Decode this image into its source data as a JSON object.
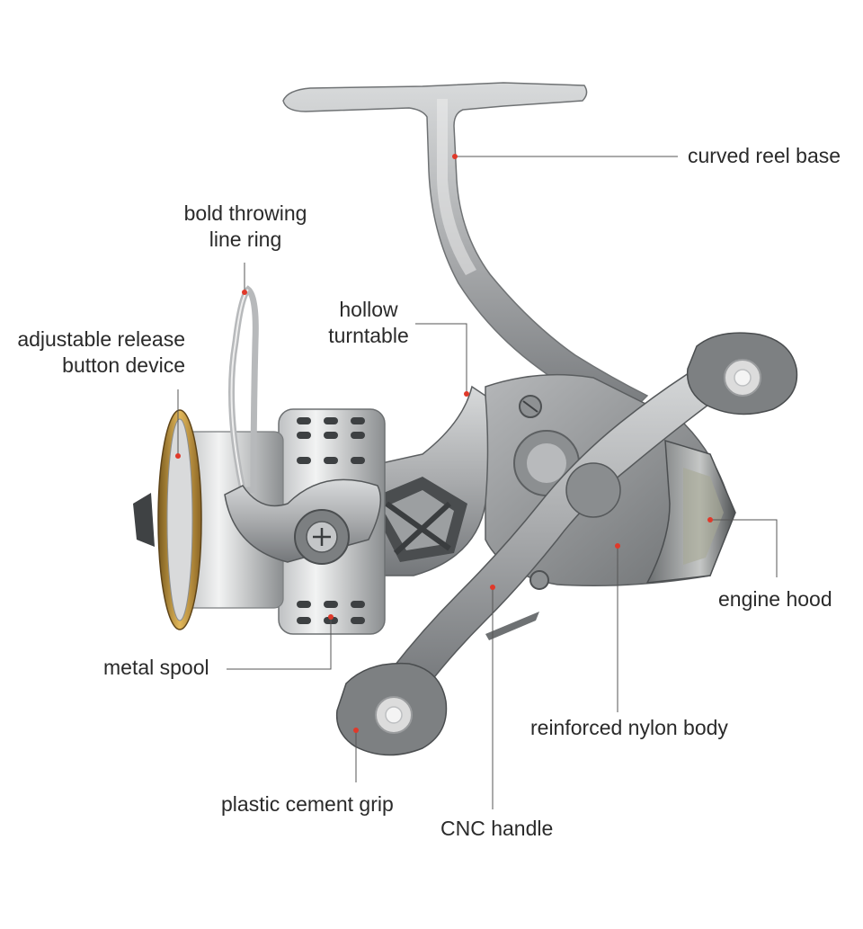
{
  "diagram": {
    "subject": "spinning fishing reel",
    "colors": {
      "line": "#555555",
      "dot": "#e0392a",
      "metal_light": "#c9cbcc",
      "metal_mid": "#9a9c9e",
      "metal_dark": "#5f6264",
      "gold": "#c99a3a"
    },
    "labels": {
      "curved_reel_base": "curved reel base",
      "bold_throwing_line_ring_1": "bold throwing",
      "bold_throwing_line_ring_2": "line ring",
      "hollow_turntable_1": "hollow",
      "hollow_turntable_2": "turntable",
      "adjustable_release_1": "adjustable release",
      "adjustable_release_2": "button device",
      "engine_hood": "engine hood",
      "metal_spool": "metal spool",
      "reinforced_nylon_body": "reinforced nylon body",
      "plastic_cement_grip": "plastic cement grip",
      "cnc_handle": "CNC handle"
    }
  }
}
